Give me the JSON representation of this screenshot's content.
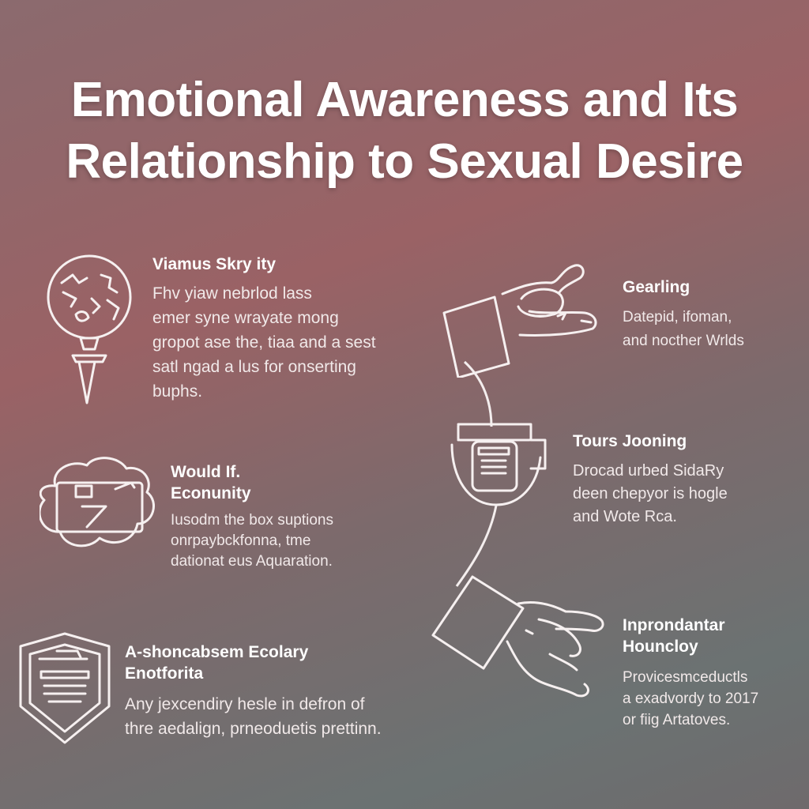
{
  "title": {
    "line1": "Emotional Awareness and Its",
    "line2": "Relationship to Sexual Desire"
  },
  "left_items": [
    {
      "icon": "magnifier-globe-icon",
      "heading": [
        "Viamus Skry ity"
      ],
      "body": [
        "Fhv yiaw nebrlod lass",
        "emer syne wrayate mong",
        "gropot ase the, tiaa and a sest",
        "satl ngad a lus for onserting",
        "buphs."
      ]
    },
    {
      "icon": "cloud-monitor-icon",
      "heading": [
        "Would If.",
        "Econunity"
      ],
      "body": [
        "Iusodm the box suptions",
        "onrpaybckfonna, tme",
        "dationat eus Aquaration."
      ]
    },
    {
      "icon": "shield-document-icon",
      "heading": [
        "A-shoncabsem Ecolary",
        "Enotforita"
      ],
      "body": [
        "Any jexcendiry hesle in defron of",
        "thre aedalign, prneoduetis prettinn."
      ]
    }
  ],
  "right_items": [
    {
      "icon": "hand-holding-box-icon",
      "heading": [
        "Gearling"
      ],
      "body": [
        "Datepid, ifoman,",
        "and nocther Wrlds"
      ]
    },
    {
      "icon": "mug-document-icon",
      "heading": [
        "Tours Jooning"
      ],
      "body": [
        "Drocad urbed SidaRy",
        "deen chepyor is hogle",
        "and Wote Rca."
      ]
    },
    {
      "icon": "hand-pointing-box-icon",
      "heading": [
        "Inprondantar",
        "Houncloy"
      ],
      "body": [
        "Provicesmceductls",
        "a exadvordy to 2017",
        "or fiig Artatoves."
      ]
    }
  ]
}
